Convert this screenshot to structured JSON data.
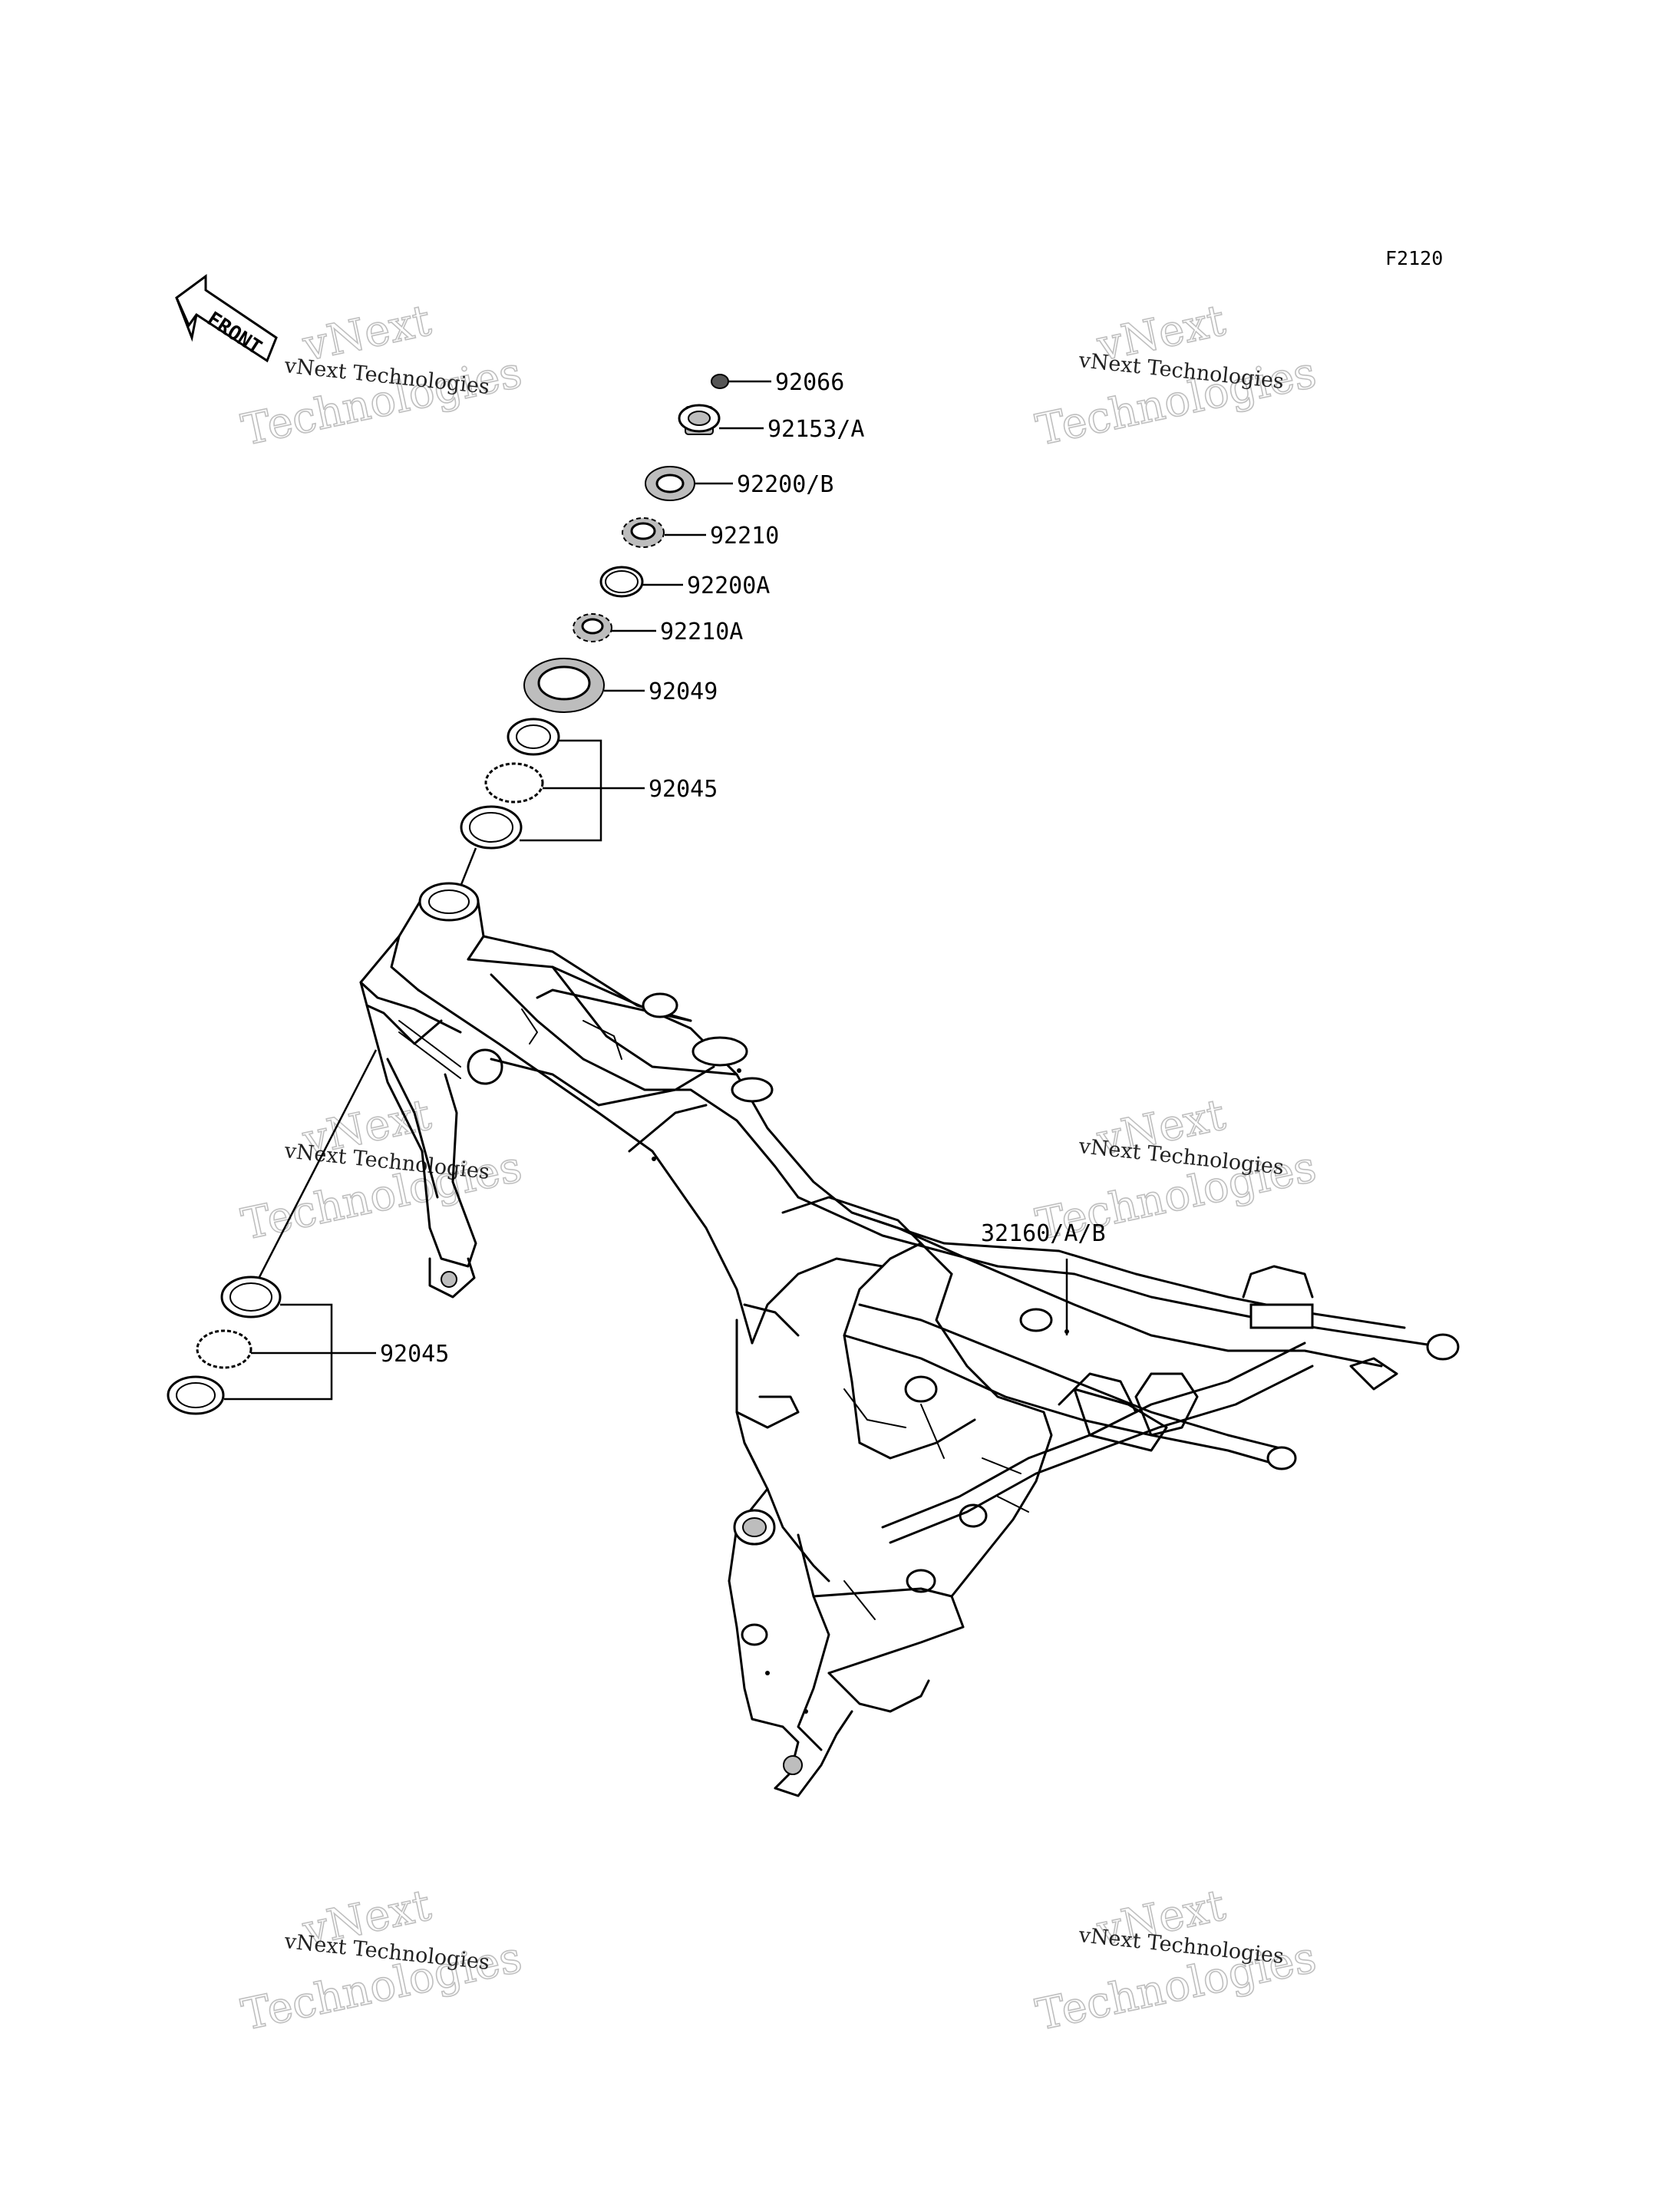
{
  "figure_code": "F2120",
  "front_arrow_label": "FRONT",
  "parts": [
    {
      "number": "92066"
    },
    {
      "number": "92153/A"
    },
    {
      "number": "92200/B"
    },
    {
      "number": "92210"
    },
    {
      "number": "92200A"
    },
    {
      "number": "92210A"
    },
    {
      "number": "92049"
    },
    {
      "number": "92045"
    },
    {
      "number": "32160/A/B"
    },
    {
      "number": "92045"
    }
  ],
  "watermark": {
    "small": "vNext Technologies",
    "big_line1": "vNext",
    "big_line2": "Technologies"
  }
}
